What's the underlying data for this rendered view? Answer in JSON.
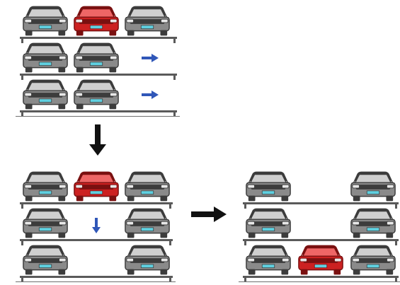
{
  "diagram": {
    "colors": {
      "car_gray": "#8a8a8a",
      "car_dark": "#3c3c3c",
      "car_red": "#cc2121",
      "car_red_dark": "#7a1010",
      "plate": "#5fd0e0",
      "blue_arrow": "#3057b8",
      "black_arrow": "#111111"
    },
    "panels": [
      {
        "name": "stage-1",
        "description_visible": false,
        "rows": [
          [
            "gray",
            "red",
            "gray"
          ],
          [
            "gray",
            "gray",
            "empty-arrow-right"
          ],
          [
            "gray",
            "gray",
            "empty-arrow-right"
          ]
        ]
      },
      {
        "name": "stage-2",
        "rows": [
          [
            "gray",
            "red",
            "gray"
          ],
          [
            "gray",
            "empty-arrow-down",
            "gray"
          ],
          [
            "gray",
            "empty",
            "gray"
          ]
        ]
      },
      {
        "name": "stage-3",
        "rows": [
          [
            "gray",
            "empty",
            "gray"
          ],
          [
            "gray",
            "empty",
            "gray"
          ],
          [
            "gray",
            "red",
            "gray"
          ]
        ]
      }
    ],
    "icons": [
      "car-icon",
      "arrow-right-icon",
      "arrow-down-icon"
    ]
  }
}
